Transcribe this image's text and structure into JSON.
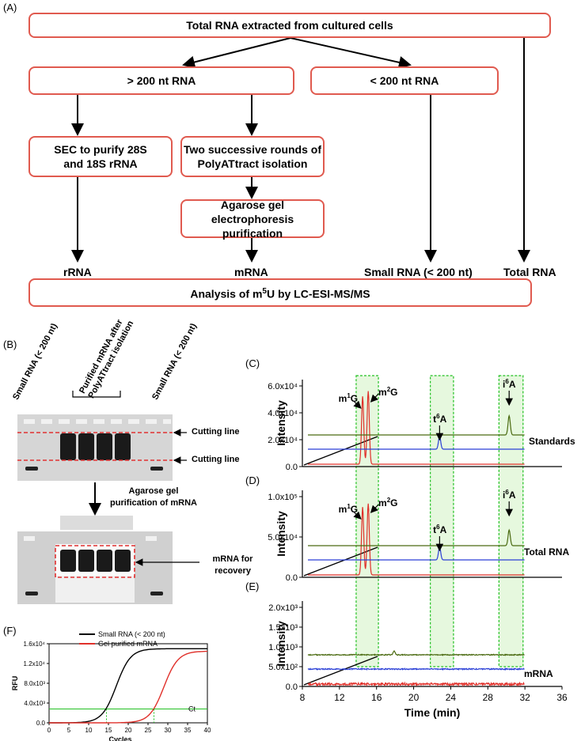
{
  "panels": {
    "a": "(A)",
    "b": "(B)",
    "c": "(C)",
    "d": "(D)",
    "e": "(E)",
    "f": "(F)"
  },
  "flow": {
    "total": "Total RNA extracted from cultured cells",
    "gt200": "> 200 nt RNA",
    "lt200": "< 200 nt RNA",
    "sec": "SEC to purify 28S\nand 18S rRNA",
    "polya": "Two successive rounds of\nPolyATtract isolation",
    "agarose": "Agarose gel electrophoresis\npurification",
    "out_rrna": "rRNA",
    "out_mrna": "mRNA",
    "out_small": "Small RNA (< 200 nt)",
    "out_total": "Total RNA",
    "analysis_pre": "Analysis of m",
    "analysis_sup": "5",
    "analysis_post": "U by LC-ESI-MS/MS"
  },
  "gel": {
    "lane_left": "Small RNA (< 200 nt)",
    "lane_mid": "Purified mRNA after PolyATtract isolation",
    "lane_mid_1": "Purified mRNA after",
    "lane_mid_2": "PolyATtract isolation",
    "lane_right": "Small RNA (< 200 nt)",
    "cut1": "Cutting line",
    "cut2": "Cutting line",
    "step": "Agarose gel purification of mRNA",
    "step_1": "Agarose gel",
    "step_2": "purification of mRNA",
    "recover": "mRNA for recovery",
    "recover_1": "mRNA for",
    "recover_2": "recovery"
  },
  "chromatograms": {
    "ylabel": "Intensity",
    "xlabel": "Time (min)",
    "xticks": [
      "8",
      "12",
      "16",
      "20",
      "24",
      "28",
      "32",
      "36"
    ],
    "colors": {
      "m1G": "#e0302a",
      "m2G": "#e0302a",
      "t6A": "#2a3fd6",
      "i6A": "#4a6a10"
    },
    "panels": [
      {
        "id": "C",
        "sample": "Standards",
        "yticks": [
          "0.0",
          "2.0x10⁴",
          "4.0x10⁴",
          "6.0x10⁴"
        ]
      },
      {
        "id": "D",
        "sample": "Total RNA",
        "yticks": [
          "0.0",
          "5.0x10⁴",
          "1.0x10⁵"
        ]
      },
      {
        "id": "E",
        "sample": "mRNA",
        "yticks": [
          "0.0",
          "5.0x10²",
          "1.0x10³",
          "1.5x10³",
          "2.0x10³"
        ]
      }
    ],
    "peak_labels": {
      "m1G": {
        "base": "m",
        "sup": "1",
        "post": "G"
      },
      "m2G": {
        "base": "m",
        "sup": "2",
        "post": "G"
      },
      "t6A": {
        "base": "t",
        "sup": "6",
        "post": "A"
      },
      "i6A": {
        "base": "i",
        "sup": "6",
        "post": "A"
      }
    }
  },
  "chart_data": {
    "type": "line",
    "title": "",
    "xlabel": "Cycles",
    "ylabel": "RFU",
    "xlim": [
      0,
      40
    ],
    "ylim": [
      0,
      16000
    ],
    "xticks": [
      "0",
      "5",
      "10",
      "15",
      "20",
      "25",
      "30",
      "35",
      "40"
    ],
    "yticks": [
      "0.0",
      "4.0x10³",
      "8.0x10³",
      "1.2x10⁴",
      "1.6x10⁴"
    ],
    "ct_label": "Ct",
    "ct_threshold": 2800,
    "series": [
      {
        "name": "Small RNA (< 200 nt)",
        "color": "#000000",
        "midpoint": 17,
        "max": 15000,
        "ct": 14.5
      },
      {
        "name": "Gel purified mRNA",
        "color": "#e0302a",
        "midpoint": 29,
        "max": 14500,
        "ct": 26.5
      }
    ]
  }
}
